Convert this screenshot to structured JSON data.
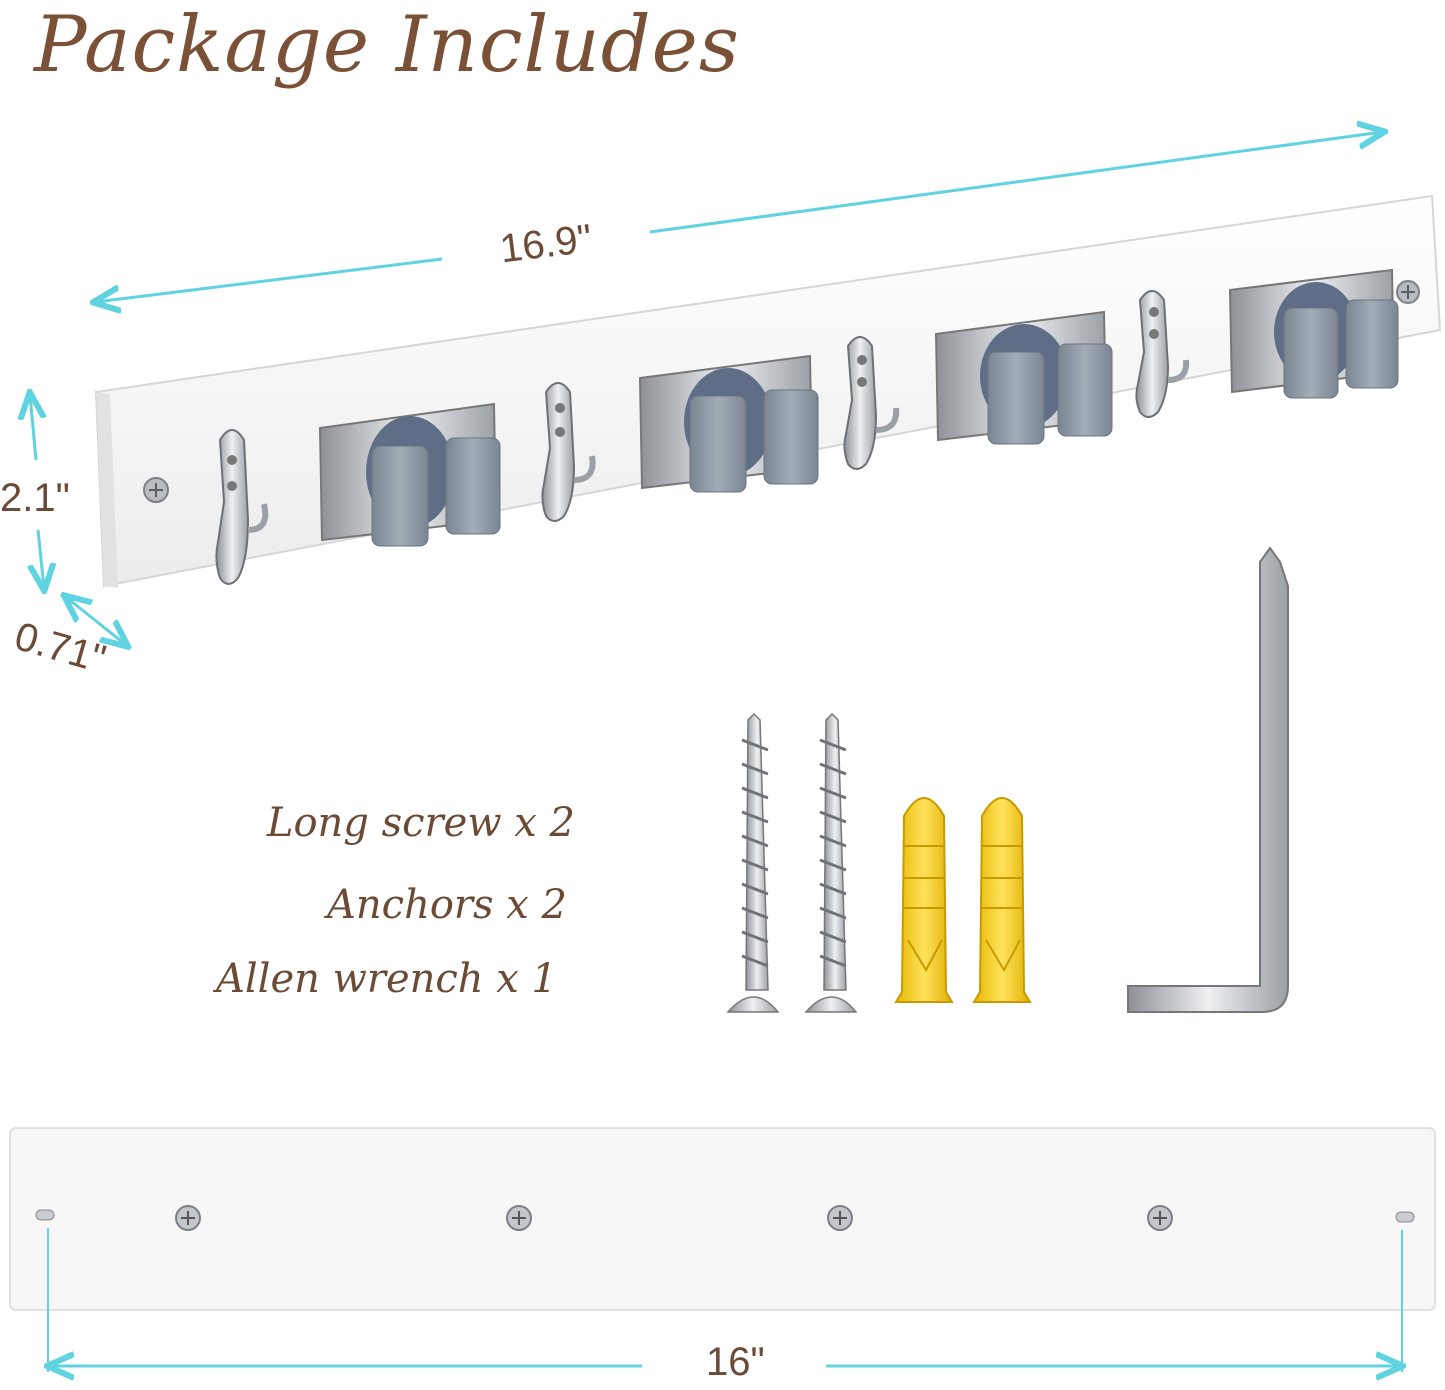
{
  "title": "Package Includes",
  "dimensions": {
    "length_top": "16.9\"",
    "height": "2.1\"",
    "depth": "0.71\"",
    "length_bottom": "16\""
  },
  "contents": [
    {
      "label": "Long screw x 2"
    },
    {
      "label": "Anchors x 2"
    },
    {
      "label": "Allen wrench x 1"
    }
  ],
  "colors": {
    "title": "#7a5136",
    "dimension_arrow": "#5fd3df",
    "board": "#f7f7f7",
    "clip_cap": "#8f9aa6",
    "anchor": "#f2c81e",
    "metal": "#c4c8cc"
  }
}
